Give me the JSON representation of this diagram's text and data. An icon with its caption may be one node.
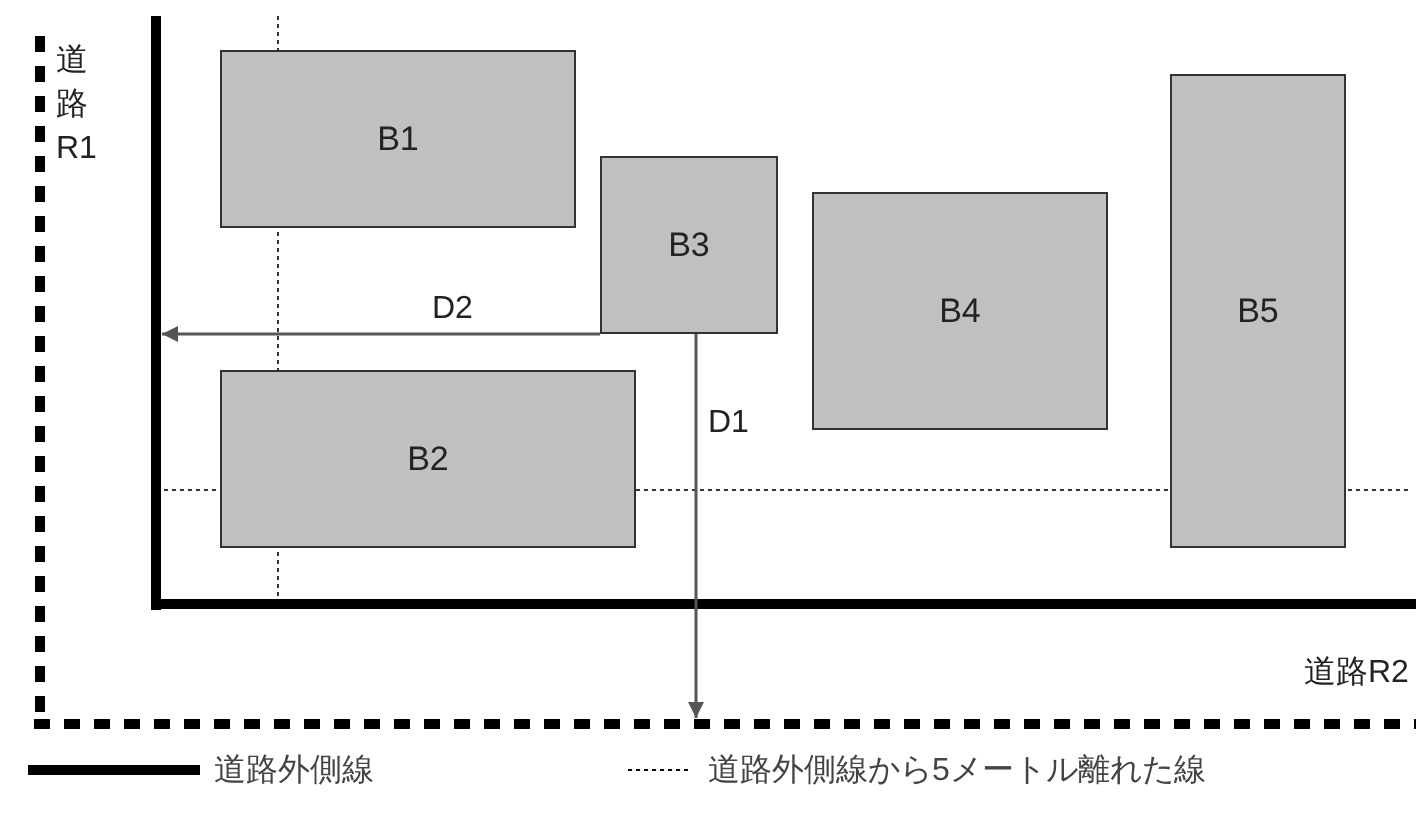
{
  "diagram": {
    "nodes": [
      {
        "text": [
          "B1"
        ]
      },
      {
        "text": [
          "B2"
        ]
      },
      {
        "text": [
          "B3"
        ]
      },
      {
        "text": [
          "B4"
        ]
      },
      {
        "text": [
          "B5"
        ]
      },
      {
        "text": [],
        "shape": "line"
      },
      {
        "text": [],
        "shape": "line"
      }
    ],
    "edges": [
      {
        "from": 2,
        "to": 5,
        "arrow": "to",
        "label": "D2"
      },
      {
        "from": 2,
        "to": 6,
        "arrow": "to",
        "label": "D1"
      }
    ],
    "labels": [
      "道路R1",
      "道路R2"
    ],
    "legend": [
      {
        "text": "道路外側線"
      },
      {
        "text": "道路外側線から5メートル離れた線"
      }
    ]
  }
}
